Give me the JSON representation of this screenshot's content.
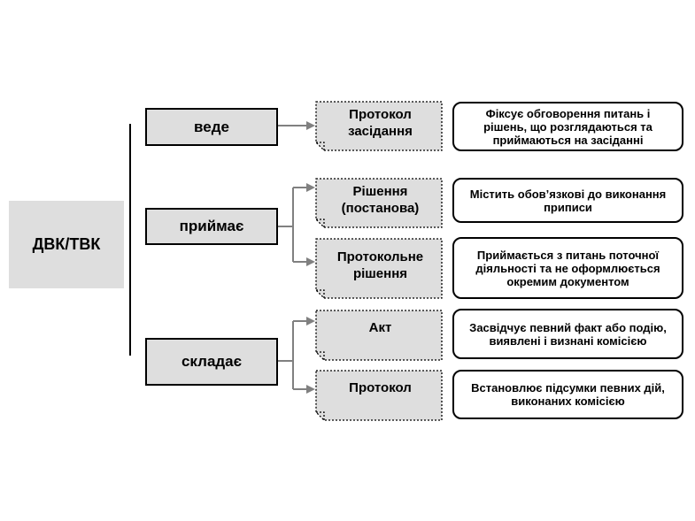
{
  "root": {
    "label": "ДВК/ТВК"
  },
  "verbs": [
    {
      "label": "веде"
    },
    {
      "label": "приймає"
    },
    {
      "label": "складає"
    }
  ],
  "documents": [
    {
      "label": "Протокол\nзасідання"
    },
    {
      "label": "Рішення\n(постанова)"
    },
    {
      "label": "Протокольне\nрішення"
    },
    {
      "label": "Акт"
    },
    {
      "label": "Протокол"
    }
  ],
  "descriptions": [
    {
      "text": "Фіксує обговорення питань і рішень, що розглядаються та приймаються на засіданні"
    },
    {
      "text": "Містить обов’язкові до виконання приписи"
    },
    {
      "text": "Приймається з питань поточної діяльності та не оформлюється окремим документом"
    },
    {
      "text": "Засвідчує певний факт або подію, виявлені і визнані комісією"
    },
    {
      "text": "Встановлює підсумки певних дій, виконаних комісією"
    }
  ]
}
